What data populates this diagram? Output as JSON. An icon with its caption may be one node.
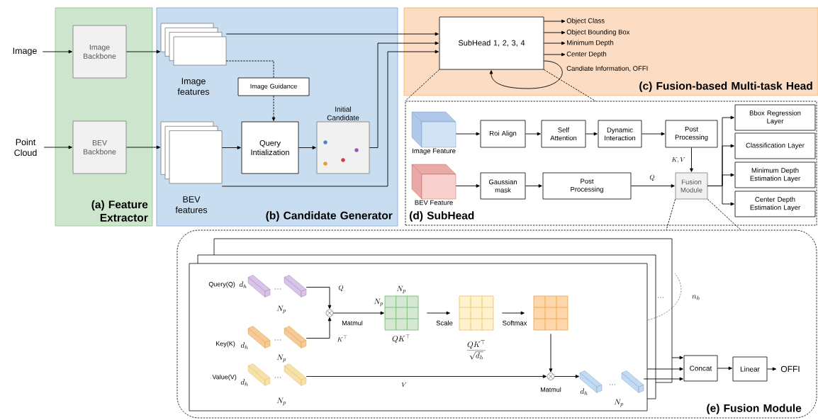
{
  "diagram": {
    "nodes": [
      {
        "text": [
          "Image"
        ]
      },
      {
        "text": [
          "Point Cloud"
        ]
      },
      {
        "text": [
          "(a) Feature Extractor"
        ]
      },
      {
        "text": [
          "Image Backbone"
        ],
        "in": 2
      },
      {
        "text": [
          "BEV Backbone"
        ],
        "in": 2
      },
      {
        "text": [
          "(b) Candidate Generator"
        ]
      },
      {
        "text": [
          "Image features"
        ],
        "in": 5
      },
      {
        "text": [
          "BEV features"
        ],
        "in": 5
      },
      {
        "text": [
          "Image Guidance"
        ],
        "in": 5
      },
      {
        "text": [
          "Query Intialization"
        ],
        "in": 5
      },
      {
        "text": [
          "Initial Candidate"
        ],
        "in": 5
      },
      {
        "text": [
          "(c) Fusion-based Multi-task Head"
        ]
      },
      {
        "text": [
          "SubHead 1, 2, 3, 4"
        ],
        "in": 11
      },
      {
        "text": [
          "Object Class"
        ],
        "in": 11
      },
      {
        "text": [
          "Object Bounding Box"
        ],
        "in": 11
      },
      {
        "text": [
          "Minimum Depth"
        ],
        "in": 11
      },
      {
        "text": [
          "Center Depth"
        ],
        "in": 11
      },
      {
        "text": [
          "(d) SubHead"
        ]
      },
      {
        "text": [
          "Image Feature"
        ],
        "in": 17
      },
      {
        "text": [
          "Roi Align"
        ],
        "in": 17
      },
      {
        "text": [
          "Self Attention"
        ],
        "in": 17
      },
      {
        "text": [
          "Dynamic Interaction"
        ],
        "in": 17
      },
      {
        "text": [
          "Post Processing"
        ],
        "in": 17
      },
      {
        "text": [
          "BEV Feature"
        ],
        "in": 17
      },
      {
        "text": [
          "Gaussian mask"
        ],
        "in": 17
      },
      {
        "text": [
          "Post Processing"
        ],
        "in": 17
      },
      {
        "text": [
          "Fusion Module"
        ],
        "in": 17
      },
      {
        "text": [
          "Bbox Regression Layer"
        ],
        "in": 17
      },
      {
        "text": [
          "Classification Layer"
        ],
        "in": 17
      },
      {
        "text": [
          "Minimum Depth Estimation Layer"
        ],
        "in": 17
      },
      {
        "text": [
          "Center Depth Estimation Layer"
        ],
        "in": 17
      },
      {
        "text": [
          "(e) Fusion Module"
        ]
      },
      {
        "text": [],
        "shape": "box",
        "in": 31
      },
      {
        "text": [],
        "shape": "bar",
        "beside": [
          "Query(Q)"
        ],
        "in": 32
      },
      {
        "text": [],
        "shape": "bar",
        "beside": [
          "Key(K)"
        ],
        "in": 32
      },
      {
        "text": [],
        "shape": "bar",
        "beside": [
          "Value(V)"
        ],
        "in": 32
      },
      {
        "text": [],
        "shape": "circle",
        "beside": [
          "Matmul"
        ],
        "in": 32
      },
      {
        "text": [],
        "shape": "grid",
        "in": 32
      },
      {
        "text": [],
        "shape": "grid",
        "in": 32
      },
      {
        "text": [],
        "shape": "grid",
        "in": 32
      },
      {
        "text": [],
        "shape": "circle",
        "beside": [
          "Matmul"
        ],
        "in": 32
      },
      {
        "text": [],
        "shape": "bar",
        "in": 32
      },
      {
        "text": [
          "Concat"
        ],
        "in": 31
      },
      {
        "text": [
          "Linear"
        ],
        "in": 31
      },
      {
        "text": [
          "OFFI"
        ],
        "in": 31
      }
    ],
    "edges": [
      {
        "from": 0,
        "to": 3,
        "arrow": "to"
      },
      {
        "from": 3,
        "to": 6,
        "arrow": "to"
      },
      {
        "from": 1,
        "to": 4,
        "arrow": "to"
      },
      {
        "from": 4,
        "to": 7,
        "arrow": "to"
      },
      {
        "from": 6,
        "to": 8,
        "arrow": "none",
        "style": "dashed"
      },
      {
        "from": 8,
        "to": 9,
        "arrow": "to",
        "style": "dashed"
      },
      {
        "from": 7,
        "to": 9,
        "arrow": "to"
      },
      {
        "from": 9,
        "to": 10,
        "arrow": "to"
      },
      {
        "from": 6,
        "to": 12,
        "arrow": "to"
      },
      {
        "from": 10,
        "to": 12,
        "arrow": "to"
      },
      {
        "from": 7,
        "to": 12,
        "arrow": "to"
      },
      {
        "from": 12,
        "to": 13,
        "arrow": "to"
      },
      {
        "from": 12,
        "to": 14,
        "arrow": "to"
      },
      {
        "from": 12,
        "to": 15,
        "arrow": "to"
      },
      {
        "from": 12,
        "to": 16,
        "arrow": "to"
      },
      {
        "from": 12,
        "to": 12,
        "arrow": "to",
        "label": "Candiate Information, OFFI"
      },
      {
        "from": 12,
        "to": 17,
        "arrow": "none",
        "style": "dashed"
      },
      {
        "from": 12,
        "to": 17,
        "arrow": "none",
        "style": "dashed"
      },
      {
        "from": 18,
        "to": 19,
        "arrow": "to"
      },
      {
        "from": 19,
        "to": 20,
        "arrow": "to"
      },
      {
        "from": 20,
        "to": 21,
        "arrow": "to"
      },
      {
        "from": 21,
        "to": 22,
        "arrow": "to"
      },
      {
        "from": 22,
        "to": 26,
        "arrow": "to",
        "label": "K, V"
      },
      {
        "from": 23,
        "to": 24,
        "arrow": "to"
      },
      {
        "from": 24,
        "to": 25,
        "arrow": "to"
      },
      {
        "from": 25,
        "to": 26,
        "arrow": "to",
        "label": "Q"
      },
      {
        "from": 26,
        "to": 27,
        "arrow": "to"
      },
      {
        "from": 26,
        "to": 28,
        "arrow": "to"
      },
      {
        "from": 26,
        "to": 29,
        "arrow": "to"
      },
      {
        "from": 26,
        "to": 30,
        "arrow": "to"
      },
      {
        "from": 26,
        "to": 31,
        "arrow": "none",
        "style": "dashed"
      },
      {
        "from": 26,
        "to": 31,
        "arrow": "none",
        "style": "dashed"
      },
      {
        "from": 33,
        "to": 36,
        "arrow": "to",
        "label": "Q"
      },
      {
        "from": 34,
        "to": 36,
        "arrow": "to",
        "label": "K^\\top"
      },
      {
        "from": 36,
        "to": 37,
        "arrow": "to"
      },
      {
        "from": 37,
        "to": 38,
        "arrow": "to",
        "label": "Scale"
      },
      {
        "from": 38,
        "to": 39,
        "arrow": "to",
        "label": "Softmax"
      },
      {
        "from": 39,
        "to": 40,
        "arrow": "to"
      },
      {
        "from": 35,
        "to": 40,
        "arrow": "to",
        "label": "V"
      },
      {
        "from": 40,
        "to": 41,
        "arrow": "to"
      },
      {
        "from": null,
        "to": 42,
        "arrow": "to"
      },
      {
        "from": 32,
        "to": 42,
        "arrow": "to"
      },
      {
        "from": 41,
        "to": 42,
        "arrow": "to"
      },
      {
        "from": 42,
        "to": 43,
        "arrow": "to"
      },
      {
        "from": 43,
        "to": 44,
        "arrow": "to"
      }
    ],
    "labels": [
      "d_h",
      "N_p",
      "n_h",
      "N_p",
      "N_p",
      "QK^\\top",
      "d_h",
      "\\frac{QK^\\top}{\\sqrt{d_h}}",
      "N_p",
      "d_h",
      "d_h",
      "N_p",
      "N_p"
    ]
  }
}
